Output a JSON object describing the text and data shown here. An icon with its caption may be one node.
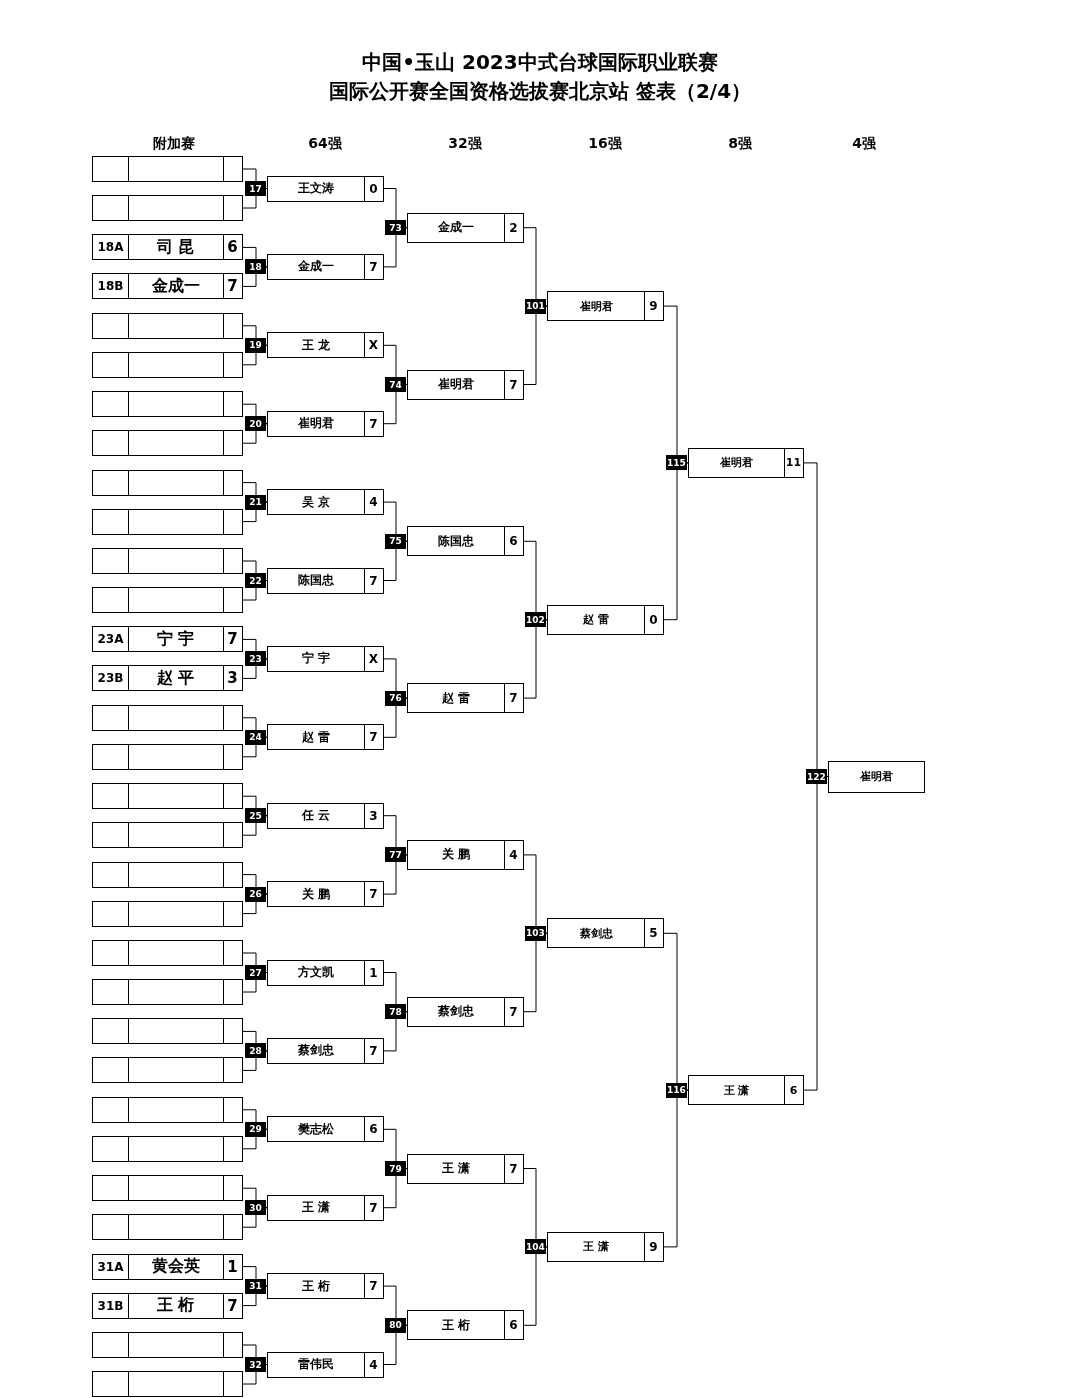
{
  "diagram": {
    "title": "中国•玉山 2023中式台球国际职业联赛",
    "nodes": [
      {
        "text": [],
        "shape": "box"
      },
      {
        "text": [],
        "shape": "box"
      },
      {
        "text": [
          "18A",
          "司 昆",
          "6"
        ]
      },
      {
        "text": [
          "18B",
          "金成一",
          "7"
        ]
      },
      {
        "text": [],
        "shape": "box"
      },
      {
        "text": [],
        "shape": "box"
      },
      {
        "text": [],
        "shape": "box"
      },
      {
        "text": [],
        "shape": "box"
      },
      {
        "text": [],
        "shape": "box"
      },
      {
        "text": [],
        "shape": "box"
      },
      {
        "text": [],
        "shape": "box"
      },
      {
        "text": [],
        "shape": "box"
      },
      {
        "text": [
          "23A",
          "宁 宇",
          "7"
        ]
      },
      {
        "text": [
          "23B",
          "赵 平",
          "3"
        ]
      },
      {
        "text": [],
        "shape": "box"
      },
      {
        "text": [],
        "shape": "box"
      },
      {
        "text": [],
        "shape": "box"
      },
      {
        "text": [],
        "shape": "box"
      },
      {
        "text": [],
        "shape": "box"
      },
      {
        "text": [],
        "shape": "box"
      },
      {
        "text": [],
        "shape": "box"
      },
      {
        "text": [],
        "shape": "box"
      },
      {
        "text": [],
        "shape": "box"
      },
      {
        "text": [],
        "shape": "box"
      },
      {
        "text": [],
        "shape": "box"
      },
      {
        "text": [],
        "shape": "box"
      },
      {
        "text": [],
        "shape": "box"
      },
      {
        "text": [],
        "shape": "box"
      },
      {
        "text": [
          "31A",
          "黄会英",
          "1"
        ]
      },
      {
        "text": [
          "31B",
          "王 桁",
          "7"
        ]
      },
      {
        "text": [],
        "shape": "box"
      },
      {
        "text": [],
        "shape": "box"
      },
      {
        "text": [
          "王文涛",
          "0"
        ],
        "beside": [
          "17"
        ]
      },
      {
        "text": [
          "金成一",
          "7"
        ],
        "beside": [
          "18"
        ]
      },
      {
        "text": [
          "王 龙",
          "X"
        ],
        "beside": [
          "19"
        ]
      },
      {
        "text": [
          "崔明君",
          "7"
        ],
        "beside": [
          "20"
        ]
      },
      {
        "text": [
          "吴 京",
          "4"
        ],
        "beside": [
          "21"
        ]
      },
      {
        "text": [
          "陈国忠",
          "7"
        ],
        "beside": [
          "22"
        ]
      },
      {
        "text": [
          "宁 宇",
          "X"
        ],
        "beside": [
          "23"
        ]
      },
      {
        "text": [
          "赵 雷",
          "7"
        ],
        "beside": [
          "24"
        ]
      },
      {
        "text": [
          "任 云",
          "3"
        ],
        "beside": [
          "25"
        ]
      },
      {
        "text": [
          "关 鹏",
          "7"
        ],
        "beside": [
          "26"
        ]
      },
      {
        "text": [
          "方文凯",
          "1"
        ],
        "beside": [
          "27"
        ]
      },
      {
        "text": [
          "蔡剑忠",
          "7"
        ],
        "beside": [
          "28"
        ]
      },
      {
        "text": [
          "樊志松",
          "6"
        ],
        "beside": [
          "29"
        ]
      },
      {
        "text": [
          "王 潇",
          "7"
        ],
        "beside": [
          "30"
        ]
      },
      {
        "text": [
          "王 桁",
          "7"
        ],
        "beside": [
          "31"
        ]
      },
      {
        "text": [
          "雷伟民",
          "4"
        ],
        "beside": [
          "32"
        ]
      },
      {
        "text": [
          "金成一",
          "2"
        ],
        "beside": [
          "73"
        ]
      },
      {
        "text": [
          "崔明君",
          "7"
        ],
        "beside": [
          "74"
        ]
      },
      {
        "text": [
          "陈国忠",
          "6"
        ],
        "beside": [
          "75"
        ]
      },
      {
        "text": [
          "赵 雷",
          "7"
        ],
        "beside": [
          "76"
        ]
      },
      {
        "text": [
          "关 鹏",
          "4"
        ],
        "beside": [
          "77"
        ]
      },
      {
        "text": [
          "蔡剑忠",
          "7"
        ],
        "beside": [
          "78"
        ]
      },
      {
        "text": [
          "王 潇",
          "7"
        ],
        "beside": [
          "79"
        ]
      },
      {
        "text": [
          "王 桁",
          "6"
        ],
        "beside": [
          "80"
        ]
      },
      {
        "text": [
          "崔明君",
          "9"
        ],
        "beside": [
          "101"
        ]
      },
      {
        "text": [
          "赵 雷",
          "0"
        ],
        "beside": [
          "102"
        ]
      },
      {
        "text": [
          "蔡剑忠",
          "5"
        ],
        "beside": [
          "103"
        ]
      },
      {
        "text": [
          "王 潇",
          "9"
        ],
        "beside": [
          "104"
        ]
      },
      {
        "text": [
          "崔明君",
          "11"
        ],
        "beside": [
          "115"
        ]
      },
      {
        "text": [
          "王 潇",
          "6"
        ],
        "beside": [
          "116"
        ]
      },
      {
        "text": [
          "崔明君"
        ],
        "beside": [
          "122"
        ]
      }
    ],
    "edges": [
      {
        "from": 0,
        "to": 32,
        "arrow": "none"
      },
      {
        "from": 1,
        "to": 32,
        "arrow": "none"
      },
      {
        "from": 2,
        "to": 33,
        "arrow": "none"
      },
      {
        "from": 3,
        "to": 33,
        "arrow": "none"
      },
      {
        "from": 4,
        "to": 34,
        "arrow": "none"
      },
      {
        "from": 5,
        "to": 34,
        "arrow": "none"
      },
      {
        "from": 6,
        "to": 35,
        "arrow": "none"
      },
      {
        "from": 7,
        "to": 35,
        "arrow": "none"
      },
      {
        "from": 8,
        "to": 36,
        "arrow": "none"
      },
      {
        "from": 9,
        "to": 36,
        "arrow": "none"
      },
      {
        "from": 10,
        "to": 37,
        "arrow": "none"
      },
      {
        "from": 11,
        "to": 37,
        "arrow": "none"
      },
      {
        "from": 12,
        "to": 38,
        "arrow": "none"
      },
      {
        "from": 13,
        "to": 38,
        "arrow": "none"
      },
      {
        "from": 14,
        "to": 39,
        "arrow": "none"
      },
      {
        "from": 15,
        "to": 39,
        "arrow": "none"
      },
      {
        "from": 16,
        "to": 40,
        "arrow": "none"
      },
      {
        "from": 17,
        "to": 40,
        "arrow": "none"
      },
      {
        "from": 18,
        "to": 41,
        "arrow": "none"
      },
      {
        "from": 19,
        "to": 41,
        "arrow": "none"
      },
      {
        "from": 20,
        "to": 42,
        "arrow": "none"
      },
      {
        "from": 21,
        "to": 42,
        "arrow": "none"
      },
      {
        "from": 22,
        "to": 43,
        "arrow": "none"
      },
      {
        "from": 23,
        "to": 43,
        "arrow": "none"
      },
      {
        "from": 24,
        "to": 44,
        "arrow": "none"
      },
      {
        "from": 25,
        "to": 44,
        "arrow": "none"
      },
      {
        "from": 26,
        "to": 45,
        "arrow": "none"
      },
      {
        "from": 27,
        "to": 45,
        "arrow": "none"
      },
      {
        "from": 28,
        "to": 46,
        "arrow": "none"
      },
      {
        "from": 29,
        "to": 46,
        "arrow": "none"
      },
      {
        "from": 30,
        "to": 47,
        "arrow": "none"
      },
      {
        "from": 31,
        "to": 47,
        "arrow": "none"
      },
      {
        "from": 32,
        "to": 48,
        "arrow": "none"
      },
      {
        "from": 33,
        "to": 48,
        "arrow": "none"
      },
      {
        "from": 34,
        "to": 49,
        "arrow": "none"
      },
      {
        "from": 35,
        "to": 49,
        "arrow": "none"
      },
      {
        "from": 36,
        "to": 50,
        "arrow": "none"
      },
      {
        "from": 37,
        "to": 50,
        "arrow": "none"
      },
      {
        "from": 38,
        "to": 51,
        "arrow": "none"
      },
      {
        "from": 39,
        "to": 51,
        "arrow": "none"
      },
      {
        "from": 40,
        "to": 52,
        "arrow": "none"
      },
      {
        "from": 41,
        "to": 52,
        "arrow": "none"
      },
      {
        "from": 42,
        "to": 53,
        "arrow": "none"
      },
      {
        "from": 43,
        "to": 53,
        "arrow": "none"
      },
      {
        "from": 44,
        "to": 54,
        "arrow": "none"
      },
      {
        "from": 45,
        "to": 54,
        "arrow": "none"
      },
      {
        "from": 46,
        "to": 55,
        "arrow": "none"
      },
      {
        "from": 47,
        "to": 55,
        "arrow": "none"
      },
      {
        "from": 48,
        "to": 56,
        "arrow": "none"
      },
      {
        "from": 49,
        "to": 56,
        "arrow": "none"
      },
      {
        "from": 50,
        "to": 57,
        "arrow": "none"
      },
      {
        "from": 51,
        "to": 57,
        "arrow": "none"
      },
      {
        "from": 52,
        "to": 58,
        "arrow": "none"
      },
      {
        "from": 53,
        "to": 58,
        "arrow": "none"
      },
      {
        "from": 54,
        "to": 59,
        "arrow": "none"
      },
      {
        "from": 55,
        "to": 59,
        "arrow": "none"
      },
      {
        "from": 56,
        "to": 60,
        "arrow": "none"
      },
      {
        "from": 57,
        "to": 60,
        "arrow": "none"
      },
      {
        "from": 58,
        "to": 61,
        "arrow": "none"
      },
      {
        "from": 59,
        "to": 61,
        "arrow": "none"
      },
      {
        "from": 60,
        "to": 62,
        "arrow": "none"
      },
      {
        "from": 61,
        "to": 62,
        "arrow": "none"
      }
    ],
    "labels": [
      "国际公开赛全国资格选拔赛北京站 签表（2/4）",
      "附加赛",
      "64强",
      "32强",
      "16强",
      "8强",
      "4强"
    ]
  }
}
